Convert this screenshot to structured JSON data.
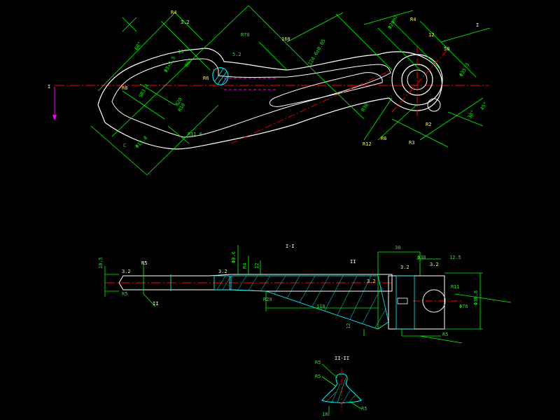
{
  "colors": {
    "background": "#000000",
    "outline": "#ffffff",
    "dimension": "#00ff00",
    "centerline": "#ff0000",
    "hidden": "#ff00ff",
    "symbol": "#ffff00",
    "hatch": "#00ffff"
  },
  "top_view": {
    "section_marker_left": "I",
    "section_marker_right": "I",
    "labels": {
      "sec_a": "60°",
      "sec_b": "R4",
      "sec_c": "3.2",
      "sec_d": "Φ3×8.5",
      "sec_e": "R62",
      "sec_f": "15°",
      "sec_g": "R6",
      "sec_h": "R20",
      "sec_i": "R11.6",
      "sec_j": "C",
      "sec_k": "Φ15.8",
      "sec_l": "SR3.4",
      "sec_m": "R8",
      "sec_n": "R10",
      "sec_o": "160",
      "sec_p": "R70",
      "sec_q": "124.6±0.05",
      "sec_r": "Φ20H7",
      "sec_s": "R4",
      "sec_t": "Φ35.3",
      "sec_u": "12",
      "sec_v": "50",
      "sec_w": "R30",
      "sec_x": "R12",
      "sec_y": "R6",
      "sec_z": "45°",
      "sec_aa": "30°",
      "sec_ab": "R3",
      "sec_ac": "R2",
      "sec_ad": "5.2"
    }
  },
  "side_view": {
    "title": "I-I",
    "section_marker": "II",
    "labels": {
      "s1": "10.5",
      "s2": "3.2",
      "s3": "R5",
      "s4": "R5",
      "s5": "II",
      "s6": "3.2",
      "s7": "Φ9.6",
      "s8": "R4",
      "s9": "12",
      "s10": "R29",
      "s11": "110",
      "s12": "3.2",
      "s13": "30",
      "s14": "3.2",
      "s15": "Φ30",
      "s16": "12.5",
      "s17": "R11",
      "s18": "Φ76",
      "s19": "Φ30.8",
      "s20": "3.2",
      "s21": "R5",
      "s22": "12"
    }
  },
  "section_view": {
    "title": "II-II",
    "labels": {
      "t1": "R5",
      "t2": "R5",
      "t3": "R5",
      "t4": "18"
    }
  }
}
